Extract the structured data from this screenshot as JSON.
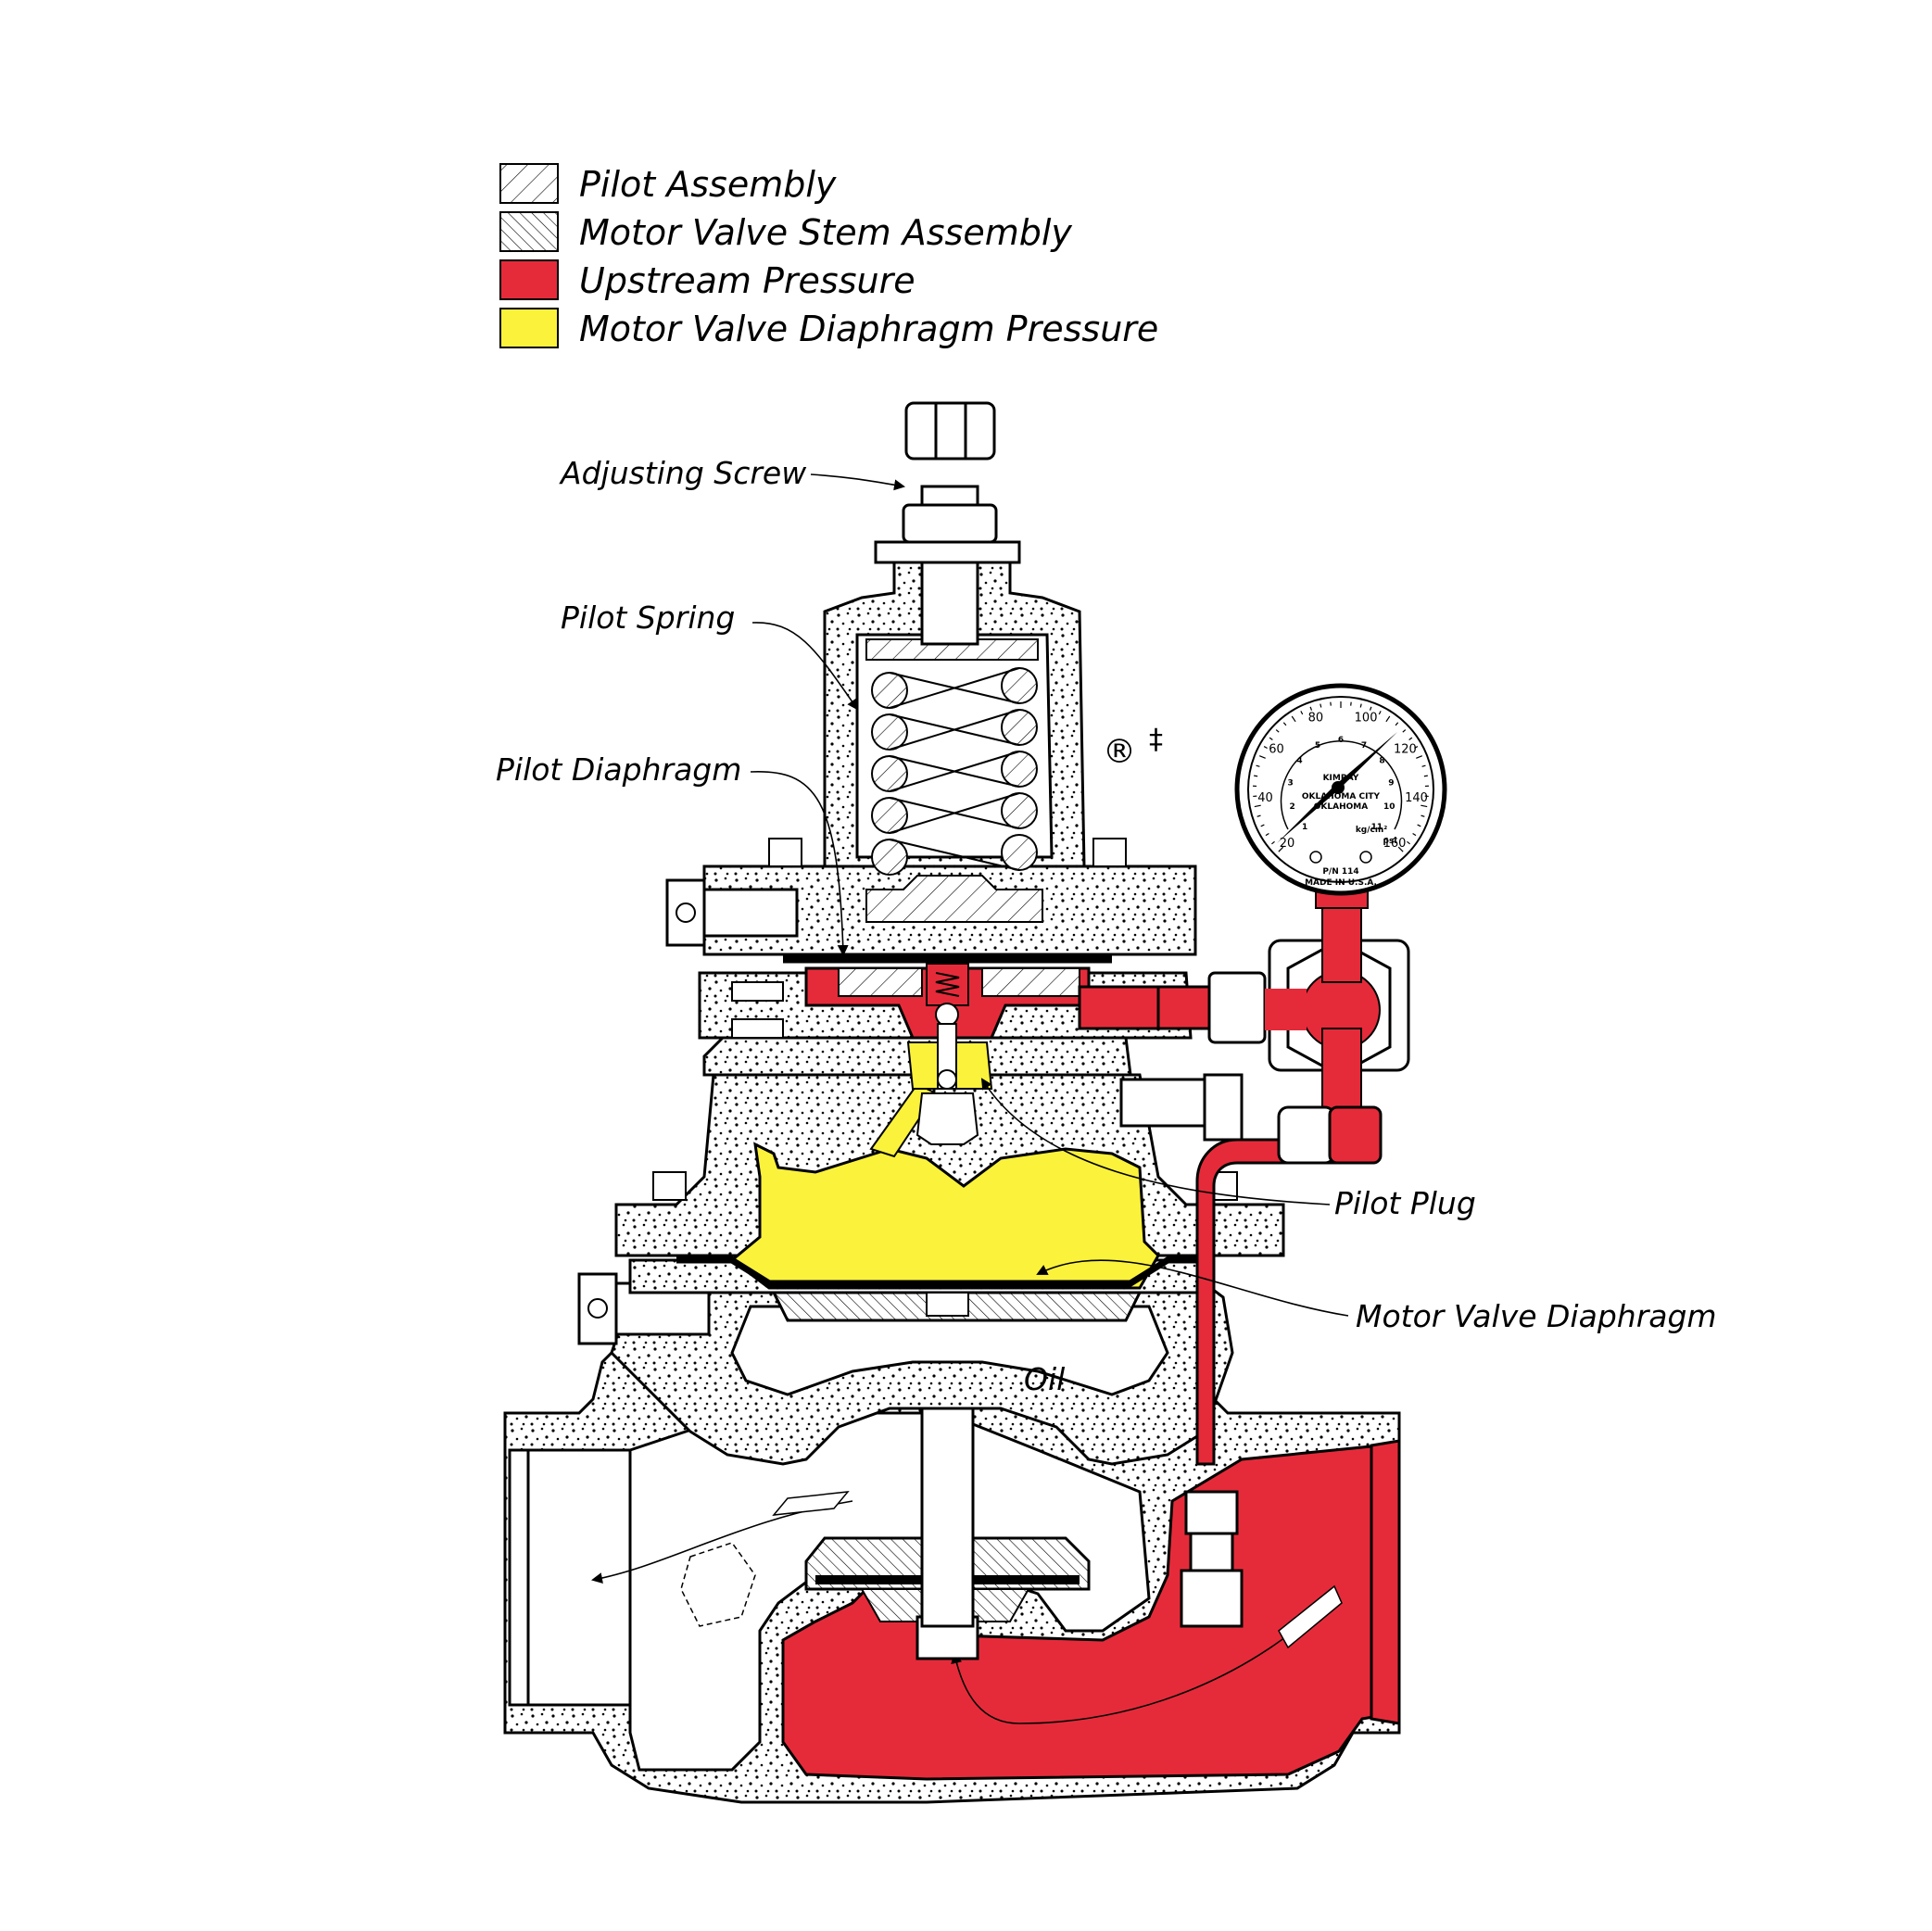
{
  "legend": {
    "items": [
      {
        "label": "Pilot Assembly",
        "swatch": "hatch-light"
      },
      {
        "label": "Motor Valve Stem Assembly",
        "swatch": "hatch-dense"
      },
      {
        "label": "Upstream Pressure",
        "swatch": "#e52b3a"
      },
      {
        "label": "Motor Valve Diaphragm Pressure",
        "swatch": "#fbf23c"
      }
    ]
  },
  "callouts": {
    "adjusting_screw": "Adjusting Screw",
    "pilot_spring": "Pilot Spring",
    "pilot_diaphragm": "Pilot Diaphragm",
    "pilot_plug": "Pilot Plug",
    "motor_valve_diaphragm": "Motor Valve Diaphragm",
    "oil": "Oil"
  },
  "marks": {
    "registered": "®",
    "dagger": "‡"
  },
  "gauge": {
    "psi_ticks": [
      "20",
      "40",
      "60",
      "80",
      "100",
      "120",
      "140",
      "160"
    ],
    "kg_ticks": [
      "1",
      "2",
      "3",
      "4",
      "5",
      "6",
      "7",
      "8",
      "9",
      "10",
      "11"
    ],
    "brand": "KIMRAY",
    "city": "OKLAHOMA CITY",
    "state": "OKLAHOMA",
    "unit_kg": "kg/cm²",
    "unit_psi": "psi",
    "part_number": "P/N 114",
    "made_in": "MADE IN U.S.A."
  },
  "colors": {
    "upstream": "#e52b3a",
    "diaphragm_pressure": "#fbf23c",
    "outline": "#000000"
  }
}
